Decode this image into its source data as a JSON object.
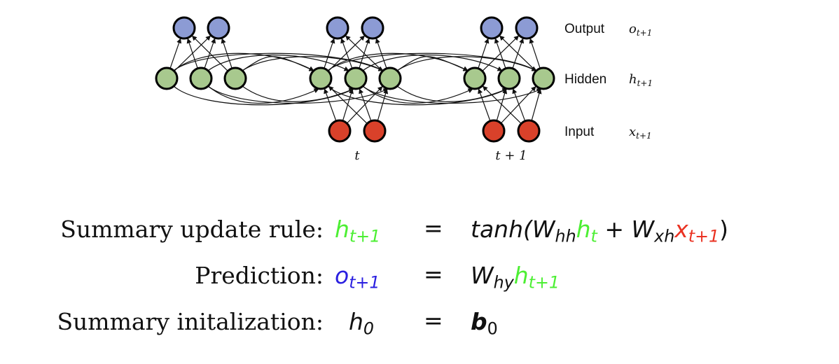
{
  "diagram": {
    "layers": {
      "output": {
        "label": "Output",
        "symbol": "o",
        "subscript": "t+1",
        "color": "#8c9bd4"
      },
      "hidden": {
        "label": "Hidden",
        "symbol": "h",
        "subscript": "t+1",
        "color": "#a8c98e"
      },
      "input": {
        "label": "Input",
        "symbol": "x",
        "subscript": "t+1",
        "color": "#d9412a"
      }
    },
    "timesteps": [
      {
        "label": "",
        "output_nodes": 2,
        "hidden_nodes": 3,
        "input_nodes": 0
      },
      {
        "label": "t",
        "output_nodes": 2,
        "hidden_nodes": 3,
        "input_nodes": 2
      },
      {
        "label": "t + 1",
        "output_nodes": 2,
        "hidden_nodes": 3,
        "input_nodes": 2
      }
    ]
  },
  "equations": [
    {
      "label": "Summary update rule:",
      "lhs": {
        "symbol": "h",
        "sub": "t+1",
        "color": "green"
      },
      "equals": "=",
      "rhs": [
        {
          "text": "tanh(",
          "style": "it",
          "color": "black"
        },
        {
          "text": "W",
          "sub": "hh",
          "style": "it",
          "color": "black"
        },
        {
          "text": "h",
          "sub": "t",
          "style": "it",
          "color": "green"
        },
        {
          "text": " + ",
          "style": "",
          "color": "black"
        },
        {
          "text": "W",
          "sub": "xh",
          "style": "it",
          "color": "black"
        },
        {
          "text": "x",
          "sub": "t+1",
          "style": "it",
          "color": "red"
        },
        {
          "text": ")",
          "style": "",
          "color": "black"
        }
      ]
    },
    {
      "label": "Prediction:",
      "lhs": {
        "symbol": "o",
        "sub": "t+1",
        "color": "blue"
      },
      "equals": "=",
      "rhs": [
        {
          "text": "W",
          "sub": "hy",
          "style": "it",
          "color": "black"
        },
        {
          "text": "h",
          "sub": "t+1",
          "style": "it",
          "color": "green"
        }
      ]
    },
    {
      "label": "Summary initalization:",
      "lhs": {
        "symbol": "h",
        "sub": "0",
        "color": "black"
      },
      "equals": "=",
      "rhs": [
        {
          "text": "b",
          "sub": "0",
          "style": "bd",
          "color": "black"
        }
      ]
    }
  ],
  "colors": {
    "green": "#4cef33",
    "blue": "#2a1fe0",
    "red": "#ea3323",
    "black": "#111111"
  }
}
